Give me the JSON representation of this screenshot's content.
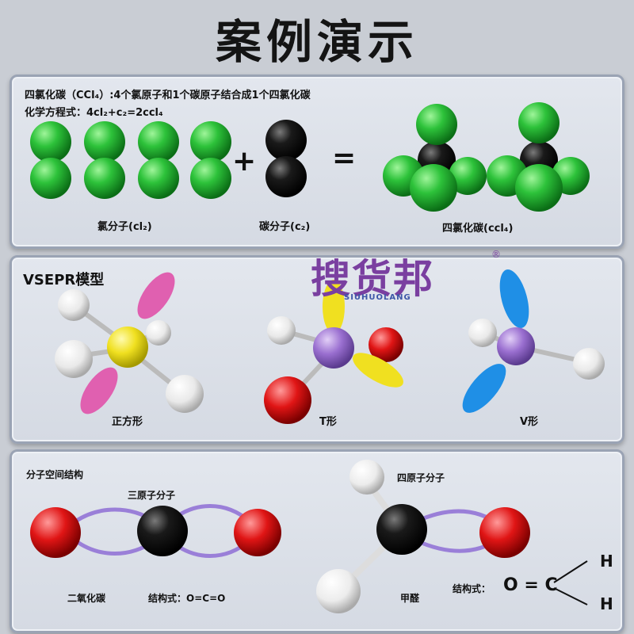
{
  "title": "案例演示",
  "panel1": {
    "line1": "四氯化碳（CCl₄）:4个氯原子和1个碳原子结合成1个四氯化碳",
    "line2": "化学方程式：4cl₂+c₂=2ccl₄",
    "plus": "+",
    "equals": "=",
    "label_cl2": "氯分子(cl₂)",
    "label_c2": "碳分子(c₂)",
    "label_ccl4": "四氯化碳(ccl₄)"
  },
  "panel2": {
    "heading": "VSEPR模型",
    "label_square": "正方形",
    "label_t": "T形",
    "label_v": "V形"
  },
  "panel3": {
    "heading": "分子空间结构",
    "label_triatomic": "三原子分子",
    "label_co2": "二氧化碳",
    "formula_co2": "结构式：O=C=O",
    "label_tetra": "四原子分子",
    "label_formaldehyde": "甲醛",
    "formula_label": "结构式：",
    "formula_main": "O = C",
    "h_top": "H",
    "h_bottom": "H"
  },
  "watermark": {
    "brand": "搜货邦",
    "sub": "SIUHUOLANG",
    "reg": "®"
  },
  "colors": {
    "chlorine": "#1fae2e",
    "carbon": "#111111",
    "oxygen": "#e01515",
    "hydrogen": "#f2f2f2",
    "sulfur": "#f0e020",
    "phosphorus": "#9a6fd0",
    "bond": "#9a7fd8",
    "pink_lobe": "#e060b0",
    "blue_lobe": "#1f8fe6"
  }
}
